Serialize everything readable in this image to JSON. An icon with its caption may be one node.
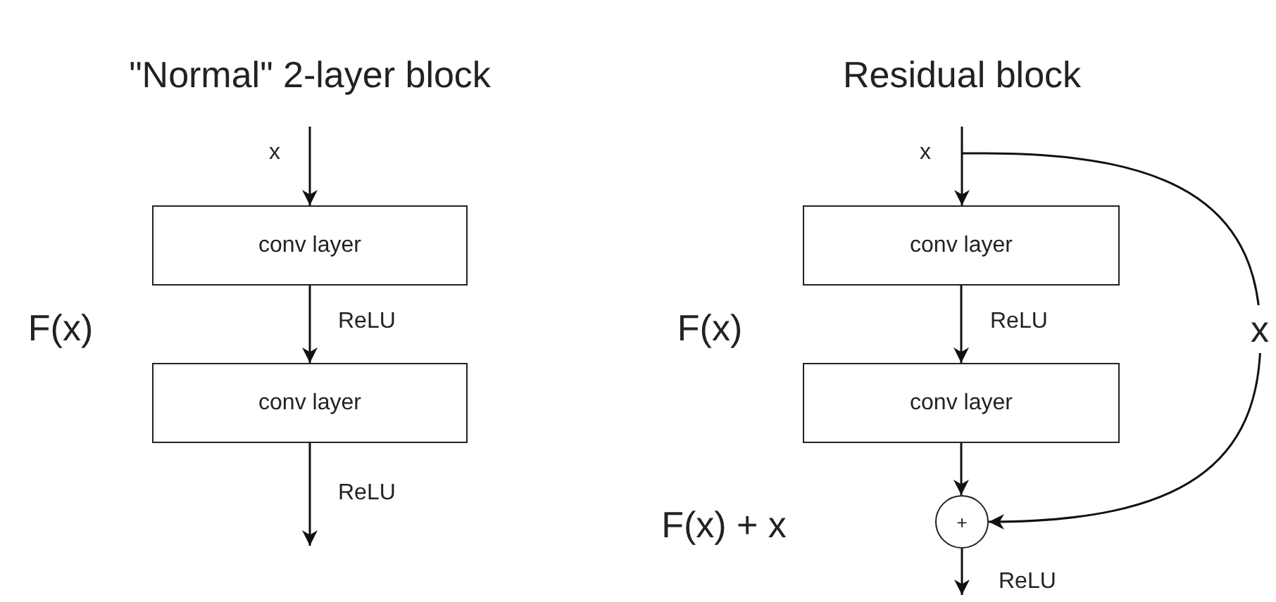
{
  "diagram": {
    "nodes": [
      {
        "text": [
          "conv layer"
        ]
      },
      {
        "text": [
          "conv layer"
        ]
      },
      {
        "text": [
          "conv layer"
        ]
      },
      {
        "text": [
          "conv layer"
        ]
      },
      {
        "text": [
          "+"
        ]
      }
    ],
    "edges": [
      {
        "from": null,
        "to": 0,
        "arrow": "to",
        "label": "x"
      },
      {
        "from": 0,
        "to": 1,
        "arrow": "to",
        "label": "ReLU"
      },
      {
        "from": 1,
        "to": null,
        "arrow": "to",
        "label": "ReLU"
      },
      {
        "from": null,
        "to": 2,
        "arrow": "to",
        "label": "x"
      },
      {
        "from": 2,
        "to": 3,
        "arrow": "to",
        "label": "ReLU"
      },
      {
        "from": 3,
        "to": 4,
        "arrow": "to"
      },
      {
        "from": 4,
        "to": null,
        "arrow": "to",
        "label": "ReLU"
      },
      {
        "from": null,
        "to": 4,
        "arrow": "to",
        "label": "x"
      }
    ],
    "labels": [
      "\"Normal\" 2-layer block",
      "Residual block",
      "F(x)",
      "F(x)",
      "F(x) + x"
    ]
  }
}
